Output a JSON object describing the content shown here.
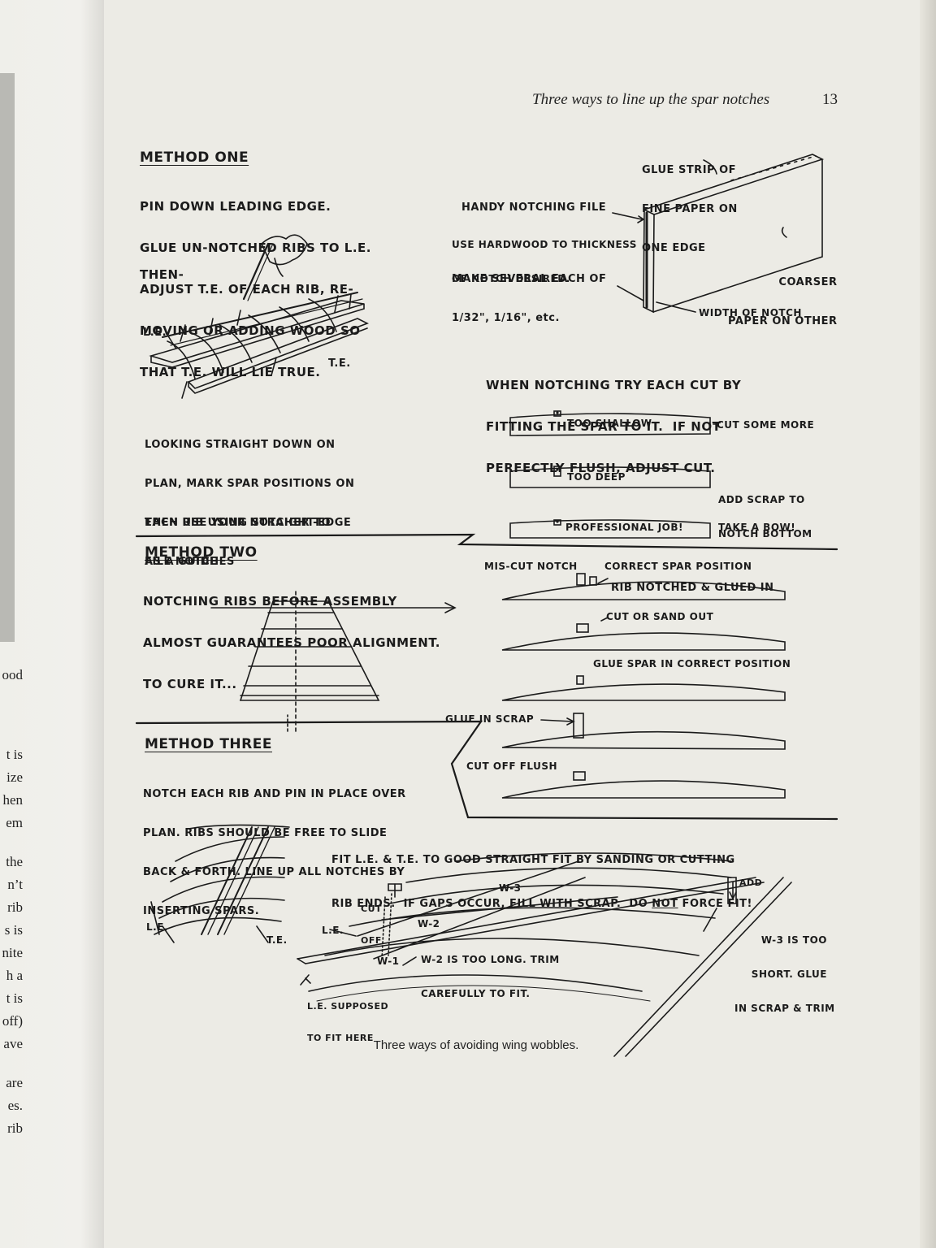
{
  "page": {
    "running_head": "Three ways to line up the spar notches",
    "page_number": "13",
    "caption": "Three ways of avoiding wing wobbles."
  },
  "left_page": {
    "fragments": [
      "ood",
      "t is",
      "ize",
      "hen",
      "em",
      "the",
      "n’t",
      "rib",
      "s is",
      "nite",
      "h a",
      "t is",
      "off)",
      "ave",
      "are",
      "es.",
      "rib"
    ]
  },
  "method_one": {
    "heading": "METHOD ONE",
    "lines": [
      "PIN DOWN LEADING EDGE.",
      "GLUE UN-NOTCHED RIBS TO L.E.",
      "ADJUST T.E. OF EACH RIB, RE-",
      "MOVING OR ADDING WOOD SO",
      "THAT T.E. WILL LIE TRUE."
    ],
    "then": "THEN-",
    "label_le": "L.E.",
    "label_te": "T.E.",
    "look_lines": [
      "LOOKING STRAIGHT DOWN ON",
      "PLAN, MARK SPAR POSITIONS ON",
      "EACH RIB USING STRAIGHT-EDGE",
      "AS A GUIDE"
    ],
    "notcher_lines": [
      "THEN USE YOUR NOTCHER TO",
      "FILE NOTCHES"
    ]
  },
  "notching_file": {
    "glue_strip": [
      "GLUE STRIP OF",
      "FINE PAPER ON",
      "ONE EDGE"
    ],
    "handy": "HANDY NOTCHING FILE",
    "hardwood": [
      "USE HARDWOOD TO THICKNESS",
      "OF NOTCH DESIRED."
    ],
    "several": [
      "MAKE SEVERAL EACH OF",
      "1/32\", 1/16\", etc."
    ],
    "coarser": [
      "COARSER",
      "PAPER ON OTHER"
    ],
    "width": "WIDTH OF NOTCH"
  },
  "fit_test": {
    "intro": [
      "WHEN NOTCHING TRY EACH CUT BY",
      "FITTING THE SPAR TO IT.  IF NOT",
      "PERFECTLY FLUSH, ADJUST CUT."
    ],
    "rows": [
      {
        "inside": "TOO SHALLOW",
        "advice": [
          "CUT SOME MORE"
        ]
      },
      {
        "inside": "TOO DEEP",
        "advice": [
          "ADD SCRAP TO",
          "NOTCH BOTTOM"
        ]
      },
      {
        "inside": "PROFESSIONAL JOB!",
        "advice": [
          "TAKE A BOW!"
        ]
      }
    ]
  },
  "method_two": {
    "heading": "METHOD TWO",
    "lines": [
      "NOTCHING RIBS BEFORE ASSEMBLY",
      "ALMOST GUARANTEES POOR ALIGNMENT.",
      "TO CURE IT..."
    ],
    "miscut": "MIS-CUT NOTCH",
    "correct_spar": "CORRECT SPAR POSITION",
    "rib_notched": "RIB NOTCHED & GLUED IN",
    "cut_sand": "CUT OR SAND OUT",
    "glue_spar": "GLUE SPAR IN CORRECT POSITION",
    "glue_scrap": "GLUE IN SCRAP",
    "cut_flush": "CUT OFF FLUSH"
  },
  "method_three": {
    "heading": "METHOD THREE",
    "lines": [
      "NOTCH EACH RIB AND PIN IN PLACE OVER",
      "PLAN. RIBS SHOULD BE FREE TO SLIDE",
      "BACK & FORTH. LINE UP ALL NOTCHES BY",
      "INSERTING SPARS."
    ],
    "label_le": "L.E.",
    "label_te": "T.E.",
    "fit_pre": "FIT L.E. & T.E. TO GOOD STRAIGHT FIT BY SANDING OR CUTTING",
    "fit_line2_pre": "RIB ENDS.  IF GAPS OCCUR, FILL WITH SCRAP.  DO ",
    "fit_not": "NOT",
    "fit_post": " FORCE FIT!",
    "cut_off": [
      "CUT",
      "OFF"
    ],
    "add": "ADD",
    "w3": "W-3",
    "w2": "W-2",
    "w1": "W-1",
    "le": "L.E.",
    "w2_note": [
      "W-2 IS TOO LONG. TRIM",
      "CAREFULLY TO FIT."
    ],
    "w3_note": [
      "W-3 IS TOO",
      "SHORT. GLUE",
      "IN SCRAP & TRIM"
    ],
    "le_note": [
      "L.E. SUPPOSED",
      "TO FIT HERE"
    ]
  }
}
